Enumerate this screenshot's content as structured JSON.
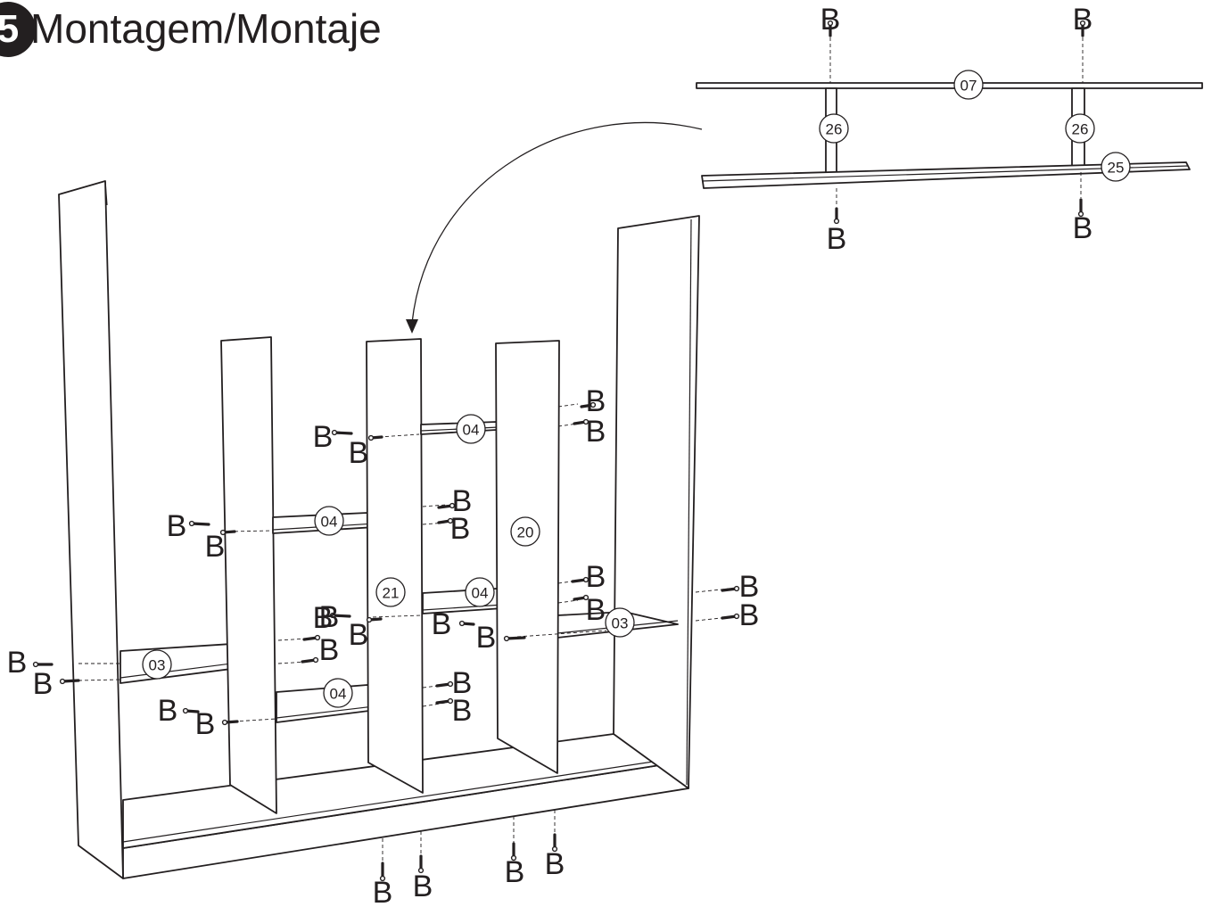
{
  "header": {
    "step_number": "5",
    "title": "Montagem/Montaje"
  },
  "screw_label": "B",
  "part_labels": {
    "p07": "07",
    "p26": "26",
    "p25": "25",
    "p04": "04",
    "p20": "20",
    "p21": "21",
    "p03": "03"
  }
}
